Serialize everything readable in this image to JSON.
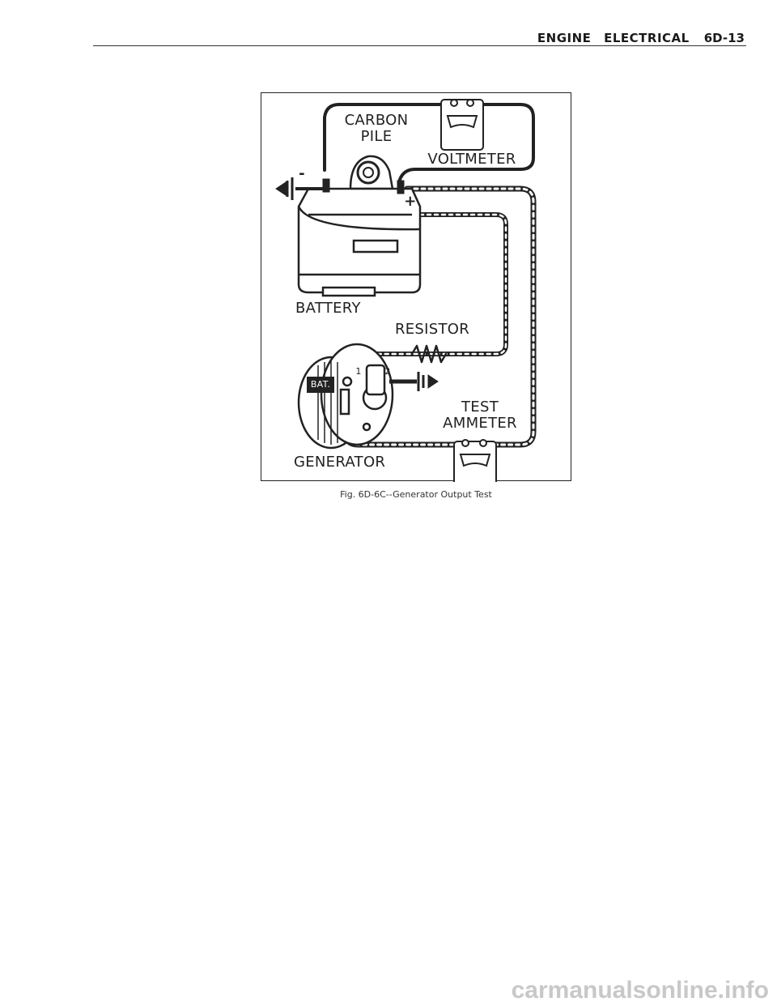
{
  "header": {
    "section": "ENGINE ELECTRICAL",
    "page_number": "6D-13"
  },
  "figure": {
    "labels": {
      "carbon_pile_1": "CARBON",
      "carbon_pile_2": "PILE",
      "voltmeter": "VOLTMETER",
      "battery": "BATTERY",
      "resistor": "RESISTOR",
      "test_ammeter_1": "TEST",
      "test_ammeter_2": "AMMETER",
      "generator": "GENERATOR",
      "negative": "-",
      "positive": "+",
      "terminal_bat": "BAT.",
      "terminal_1": "1",
      "terminal_2": "2"
    },
    "caption": "Fig. 6D-6C--Generator Output Test"
  },
  "watermark": "carmanualsonline.info",
  "colors": {
    "ink": "#222222",
    "background": "#ffffff"
  }
}
